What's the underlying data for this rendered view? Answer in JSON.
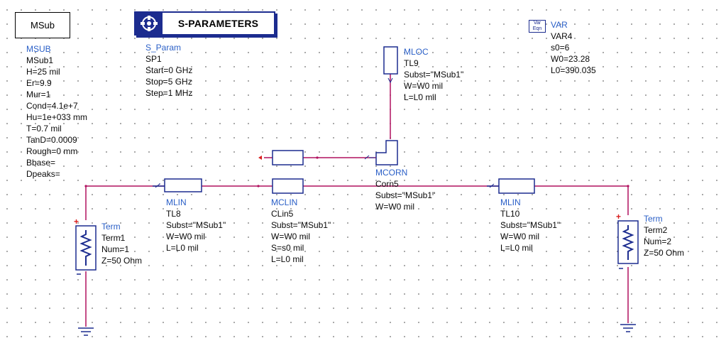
{
  "msub": {
    "box_label": "MSub",
    "type": "MSUB",
    "name": "MSub1",
    "params": [
      "H=25 mil",
      "Er=9.9",
      "Mur=1",
      "Cond=4.1e+7",
      "Hu=1e+033 mm",
      "T=0.7 mil",
      "TanD=0.0009",
      "Rough=0 mm",
      "Bbase=",
      "Dpeaks="
    ]
  },
  "sparam": {
    "title": "S-PARAMETERS",
    "type": "S_Param",
    "name": "SP1",
    "params": [
      "Start=0 GHz",
      "Stop=5 GHz",
      "Step=1 MHz"
    ]
  },
  "var": {
    "icon_top": "Var",
    "icon_bottom": "Eqn",
    "type": "VAR",
    "name": "VAR4",
    "params": [
      "s0=6",
      "W0=23.28",
      "L0=390.035"
    ]
  },
  "mloc": {
    "type": "MLOC",
    "name": "TL9",
    "params": [
      "Subst=\"MSub1\"",
      "W=W0 mil",
      "L=L0 mil"
    ]
  },
  "mcorn": {
    "type": "MCORN",
    "name": "Corn5",
    "params": [
      "Subst=\"MSub1\"",
      "W=W0 mil"
    ]
  },
  "tl8": {
    "type": "MLIN",
    "name": "TL8",
    "params": [
      "Subst=\"MSub1\"",
      "W=W0 mil",
      "L=L0 mil"
    ]
  },
  "clin5": {
    "type": "MCLIN",
    "name": "CLin5",
    "params": [
      "Subst=\"MSub1\"",
      "W=W0 mil",
      "S=s0 mil",
      "L=L0 mil"
    ]
  },
  "tl10": {
    "type": "MLIN",
    "name": "TL10",
    "params": [
      "Subst=\"MSub1\"",
      "W=W0 mil",
      "L=L0 mil"
    ]
  },
  "term1": {
    "type": "Term",
    "name": "Term1",
    "params": [
      "Num=1",
      "Z=50 Ohm"
    ]
  },
  "term2": {
    "type": "Term",
    "name": "Term2",
    "params": [
      "Num=2",
      "Z=50 Ohm"
    ]
  },
  "colors": {
    "wire": "#b0115f",
    "component": "#1c2c8f",
    "type_label": "#2a5fc7",
    "pin_plus": "#d81e1e"
  }
}
